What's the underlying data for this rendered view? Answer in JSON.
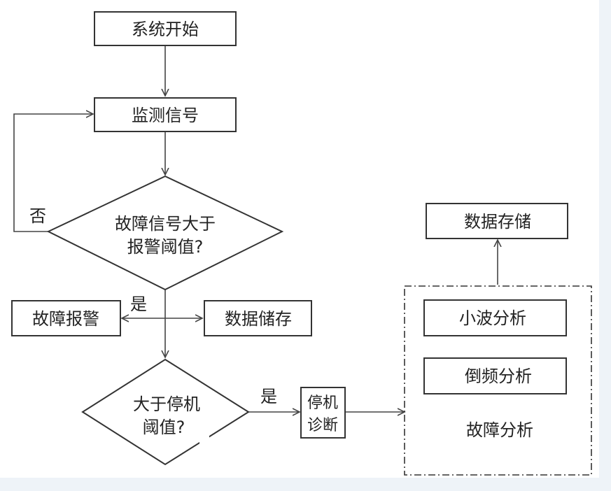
{
  "nodes": {
    "start": "系统开始",
    "monitor": "监测信号",
    "decision1_line1": "故障信号大于",
    "decision1_line2": "报警阈值?",
    "fault_alarm": "故障报警",
    "data_store_left": "数据储存",
    "decision2_line1": "大于停机",
    "decision2_line2": "阈值?",
    "shutdown_line1": "停机",
    "shutdown_line2": "诊断",
    "wavelet": "小波分析",
    "cepstrum": "倒频分析",
    "fault_analysis": "故障分析",
    "data_store_top": "数据存储"
  },
  "edges": {
    "no_label": "否",
    "yes_label_1": "是",
    "yes_label_2": "是"
  }
}
